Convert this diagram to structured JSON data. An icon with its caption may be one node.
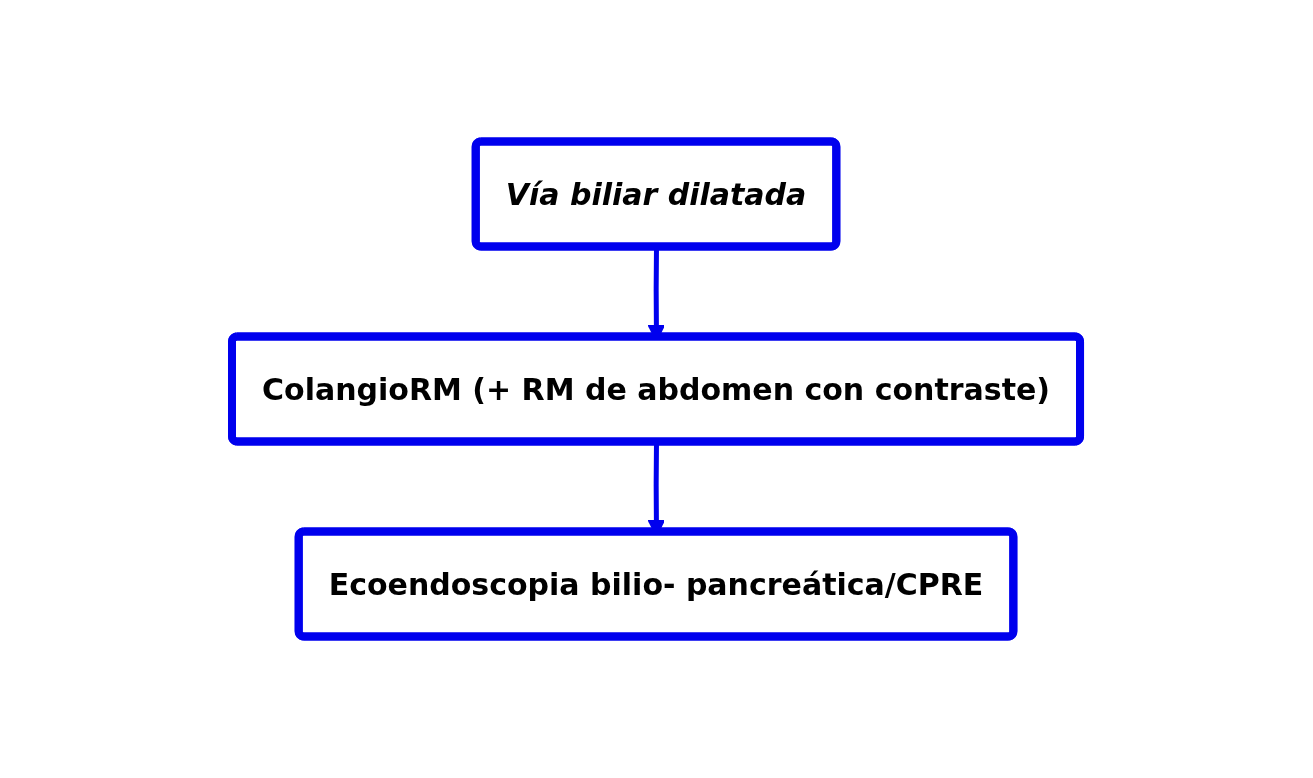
{
  "diagram": {
    "nodes": [
      {
        "text": [
          "Vía biliar dilatada"
        ]
      },
      {
        "text": [
          "ColangioRM (+ RM de abdomen con contraste)"
        ]
      },
      {
        "text": [
          "Ecoendoscopia bilio- pancreática/CPRE"
        ]
      }
    ],
    "edges": [
      {
        "from": 0,
        "to": 1,
        "arrow": "to"
      },
      {
        "from": 1,
        "to": 2,
        "arrow": "to"
      }
    ]
  }
}
